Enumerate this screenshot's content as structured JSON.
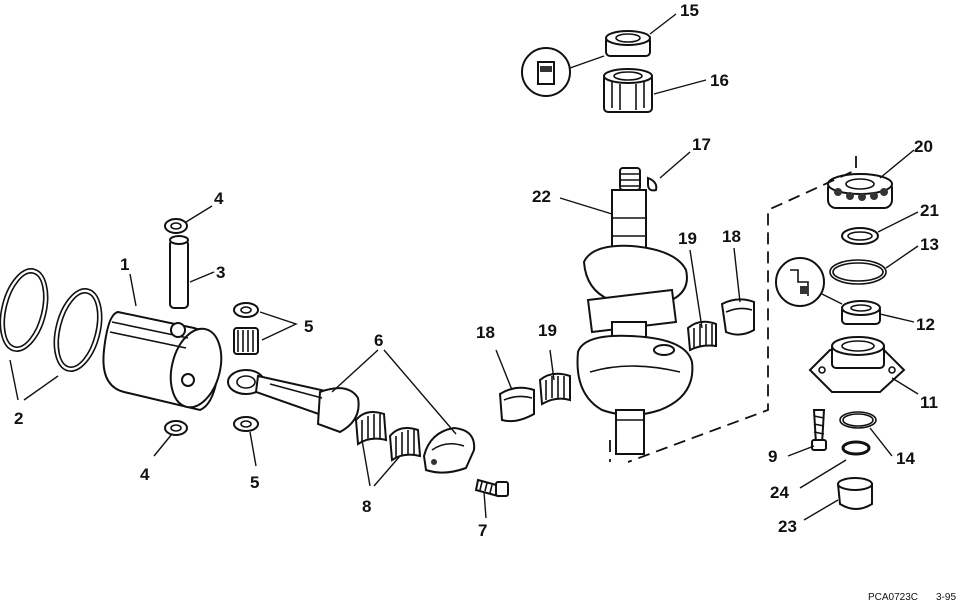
{
  "diagram": {
    "callouts": {
      "c1": "1",
      "c2": "2",
      "c3": "3",
      "c4a": "4",
      "c4b": "4",
      "c5a": "5",
      "c5b": "5",
      "c6": "6",
      "c7": "7",
      "c8": "8",
      "c9": "9",
      "c11": "11",
      "c12": "12",
      "c13": "13",
      "c14": "14",
      "c15": "15",
      "c16": "16",
      "c17": "17",
      "c18a": "18",
      "c18b": "18",
      "c19a": "19",
      "c19b": "19",
      "c20": "20",
      "c21": "21",
      "c22": "22",
      "c23": "23",
      "c24": "24"
    },
    "figure_code": "PCA0723C",
    "page_ref": "3-95"
  }
}
